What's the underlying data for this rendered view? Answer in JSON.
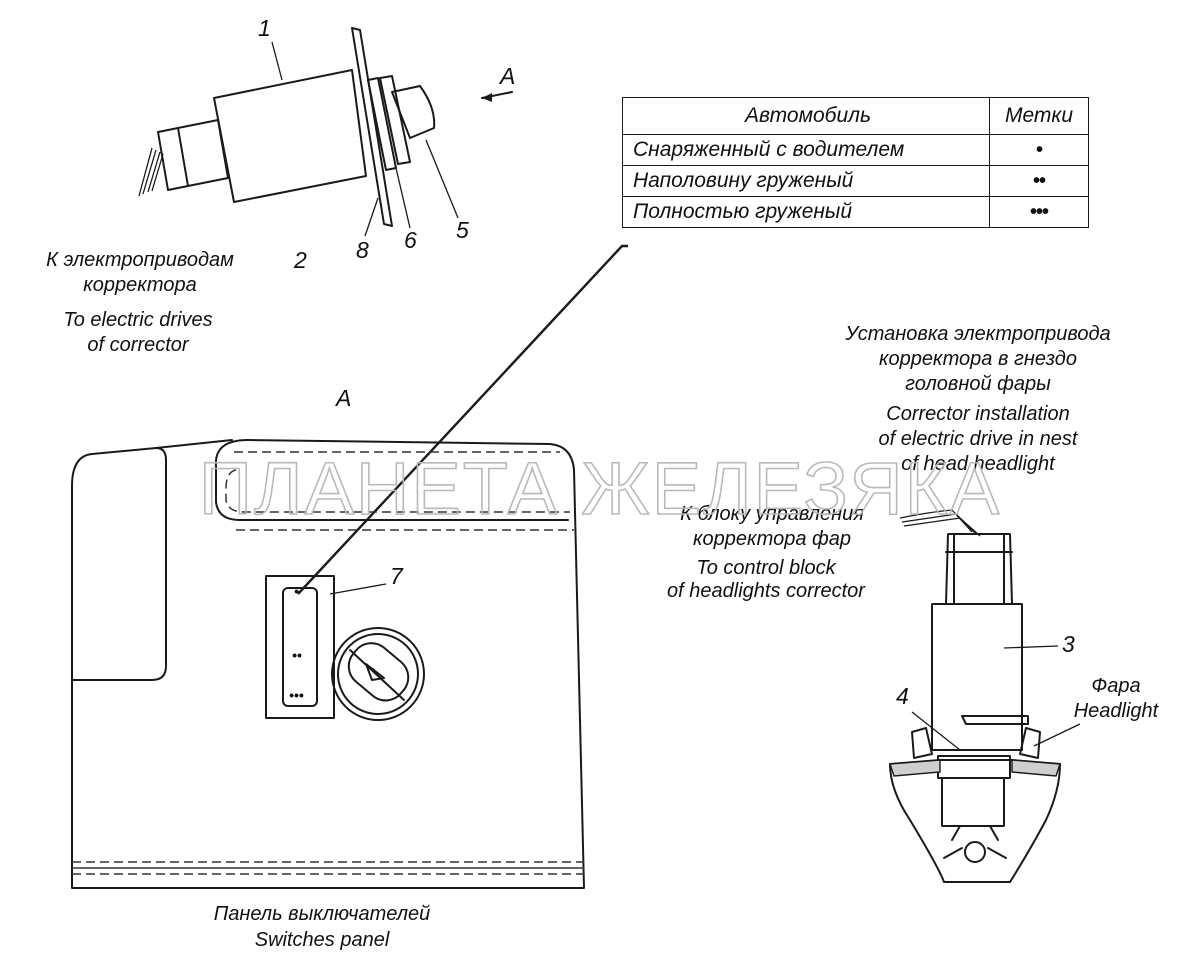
{
  "callouts": [
    "1",
    "2",
    "8",
    "6",
    "5",
    "7",
    "3",
    "4"
  ],
  "view_letter_top": "A",
  "view_letter_panel": "A",
  "wire_label_top": {
    "ru_line1": "К электроприводам",
    "ru_line2": "корректора",
    "en_line1": "To electric drives",
    "en_line2": "of corrector"
  },
  "table": {
    "header_car": "Автомобиль",
    "header_marks": "Метки",
    "rows": [
      {
        "car": "Снаряженный с водителем",
        "marks": "•"
      },
      {
        "car": "Наполовину груженый",
        "marks": "••"
      },
      {
        "car": "Полностью груженый",
        "marks": "•••"
      }
    ]
  },
  "install_title": {
    "ru_line1": "Установка электропривода",
    "ru_line2": "корректора в гнездо",
    "ru_line3": "головной фары",
    "en_line1": "Corrector installation",
    "en_line2": "of electric drive in nest",
    "en_line3": "of head headlight"
  },
  "control_block_label": {
    "ru_line1": "К блоку управления",
    "ru_line2": "корректора фар",
    "en_line1": "To control block",
    "en_line2": "of headlights corrector"
  },
  "headlight_label": {
    "ru": "Фара",
    "en": "Headlight"
  },
  "panel_caption": {
    "ru": "Панель выключателей",
    "en": "Switches panel"
  },
  "panel_marks": [
    "•",
    "••",
    "•••"
  ],
  "watermark": "ПЛАНЕТА ЖЕЛЕЗЯКА"
}
